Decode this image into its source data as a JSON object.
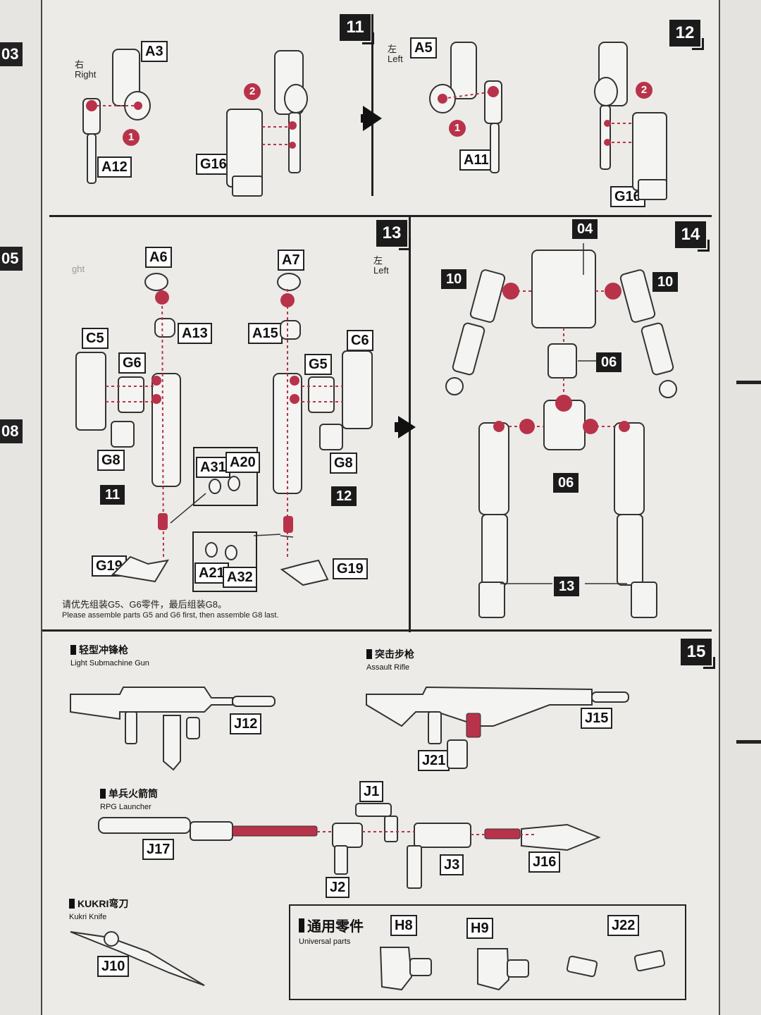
{
  "left_edge_tabs": [
    "03",
    "05",
    "08"
  ],
  "steps": {
    "s11": "11",
    "s12": "12",
    "s13": "13",
    "s14": "14",
    "s15": "15"
  },
  "step11": {
    "side_cn": "右",
    "side_en": "Right",
    "labels": [
      "A3",
      "A12",
      "G16"
    ],
    "markers": [
      "1",
      "2"
    ]
  },
  "step12": {
    "side_cn": "左",
    "side_en": "Left",
    "labels": [
      "A5",
      "A11",
      "G16"
    ],
    "markers": [
      "1",
      "2"
    ]
  },
  "step13": {
    "side_cn": "左",
    "side_en": "Left",
    "right_fragment": "ght",
    "labels_right_leg": [
      "A6",
      "A13",
      "C5",
      "G6",
      "G8",
      "G19"
    ],
    "labels_left_leg": [
      "A7",
      "A15",
      "C6",
      "G5",
      "G8",
      "G19"
    ],
    "ref_left": "11",
    "ref_right": "12",
    "inset1_labels": [
      "A31",
      "A20"
    ],
    "inset2_labels": [
      "A21",
      "A32"
    ],
    "note_cn": "请优先组装G5、G6零件，最后组装G8。",
    "note_en": "Please assemble parts G5 and G6 first, then assemble G8 last."
  },
  "step14": {
    "labels": [
      "04",
      "10",
      "10",
      "06",
      "06",
      "13"
    ]
  },
  "step15": {
    "smg_cn": "轻型冲锋枪",
    "smg_en": "Light Submachine Gun",
    "smg_label": "J12",
    "ar_cn": "突击步枪",
    "ar_en": "Assault Rifle",
    "ar_labels": [
      "J15",
      "J21"
    ],
    "rpg_cn": "单兵火箭筒",
    "rpg_en": "RPG Launcher",
    "rpg_labels": [
      "J17",
      "J1",
      "J2",
      "J3",
      "J16"
    ],
    "knife_cn": "KUKRI弯刀",
    "knife_en": "Kukri Knife",
    "knife_label": "J10",
    "universal_cn": "通用零件",
    "universal_en": "Universal parts",
    "universal_labels": [
      "H8",
      "H9",
      "J22"
    ]
  },
  "colors": {
    "accent": "#b8334a",
    "ink": "#1b1b1b",
    "paper": "#ecebe8"
  }
}
